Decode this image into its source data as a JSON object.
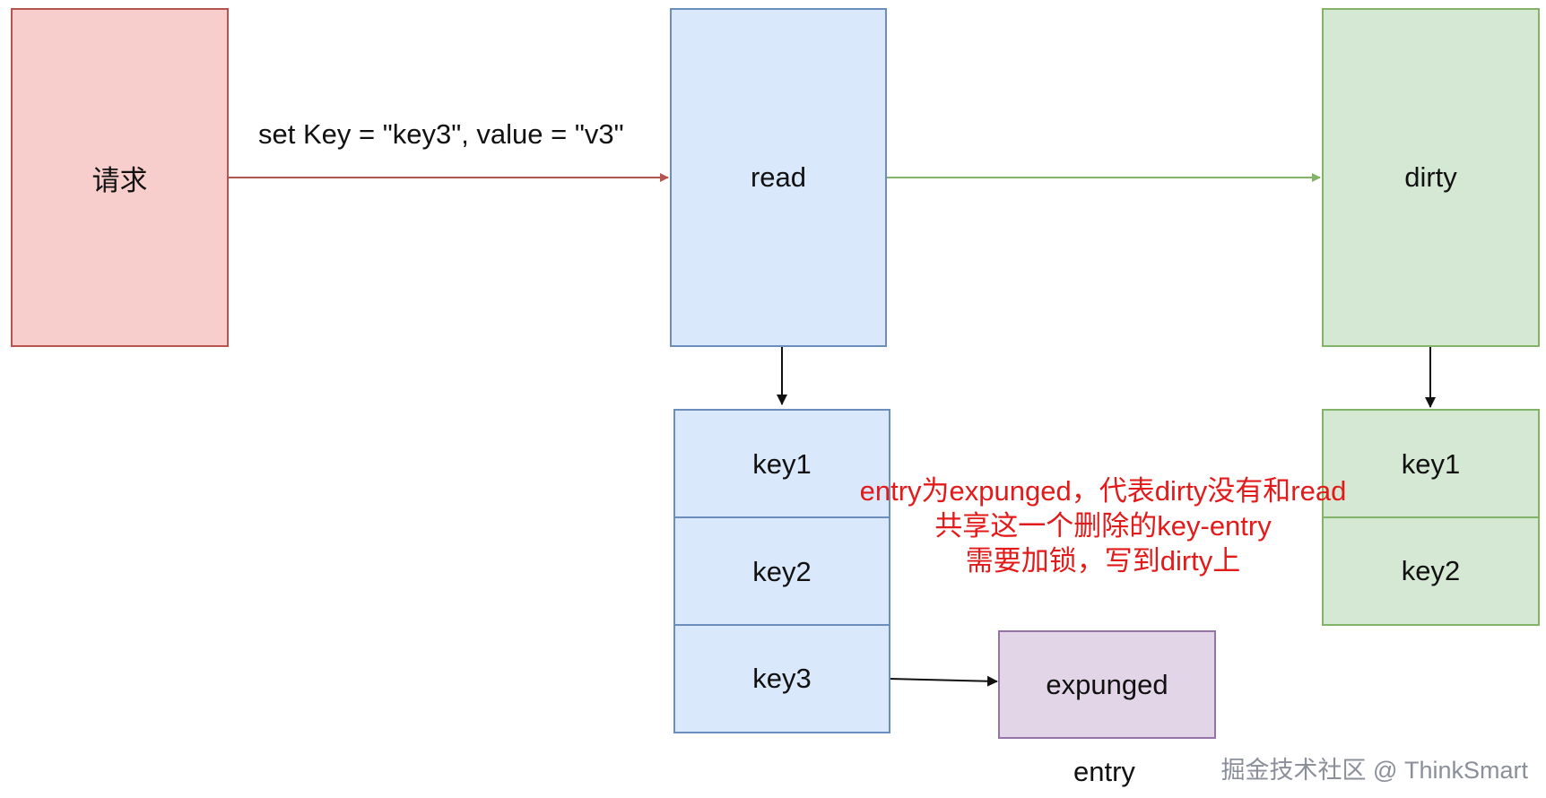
{
  "nodes": {
    "request": "请求",
    "read": "read",
    "dirty": "dirty",
    "read_keys": [
      "key1",
      "key2",
      "key3"
    ],
    "dirty_keys": [
      "key1",
      "key2"
    ],
    "expunged": "expunged"
  },
  "labels": {
    "set_edge": "set Key = \"key3\", value = \"v3\"",
    "entry": "entry"
  },
  "note": [
    "entry为expunged，代表dirty没有和read",
    "共享这一个删除的key-entry",
    "需要加锁，写到dirty上"
  ],
  "watermark": "掘金技术社区 @ ThinkSmart",
  "colors": {
    "request_fill": "#f8cecc",
    "read_fill": "#dae8fc",
    "dirty_fill": "#d5e8d4",
    "expunged_fill": "#e1d5e7",
    "note_text": "#e31a1a"
  }
}
